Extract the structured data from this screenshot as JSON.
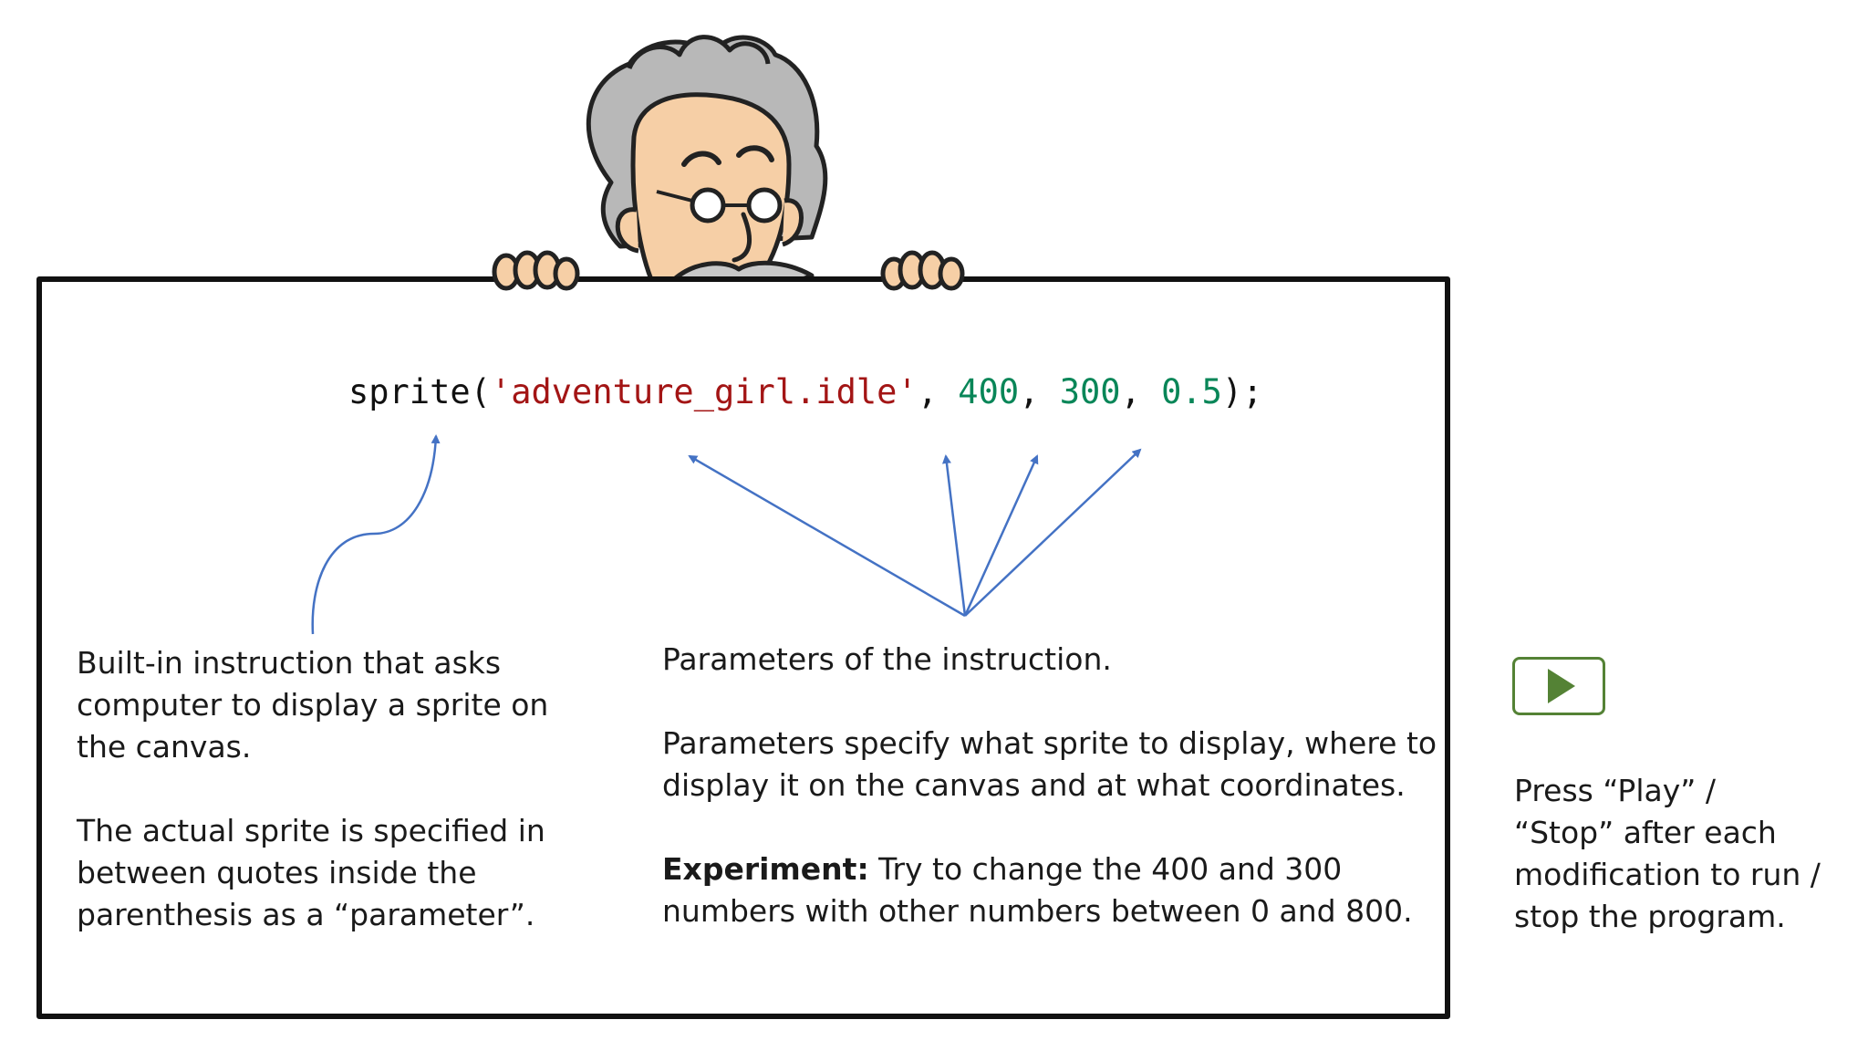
{
  "code": {
    "fn_open": "sprite(",
    "string_arg": "'adventure_girl.idle'",
    "sep1": ", ",
    "num1": "400",
    "sep2": ", ",
    "num2": "300",
    "sep3": ", ",
    "num3": "0.5",
    "close": ");"
  },
  "left_panel": {
    "para1": "Built-in instruction that asks computer to display a sprite on the canvas.",
    "para2": "The actual sprite is specified in between quotes inside the parenthesis as a “parameter”."
  },
  "middle_panel": {
    "para1": "Parameters of the instruction.",
    "para2": "Parameters specify what sprite to display, where to display it on the canvas and at what coordinates.",
    "experiment_label": "Experiment:",
    "experiment_text": " Try to change the 400 and 300 numbers with other numbers between 0 and 800."
  },
  "right_panel": {
    "instructions": "Press “Play” / “Stop” after each modification to run / stop the program."
  },
  "play_button": {
    "icon": "play-icon",
    "color": "#548235"
  },
  "colors": {
    "string": "#a31515",
    "number": "#098658",
    "arrow": "#4472c4"
  }
}
